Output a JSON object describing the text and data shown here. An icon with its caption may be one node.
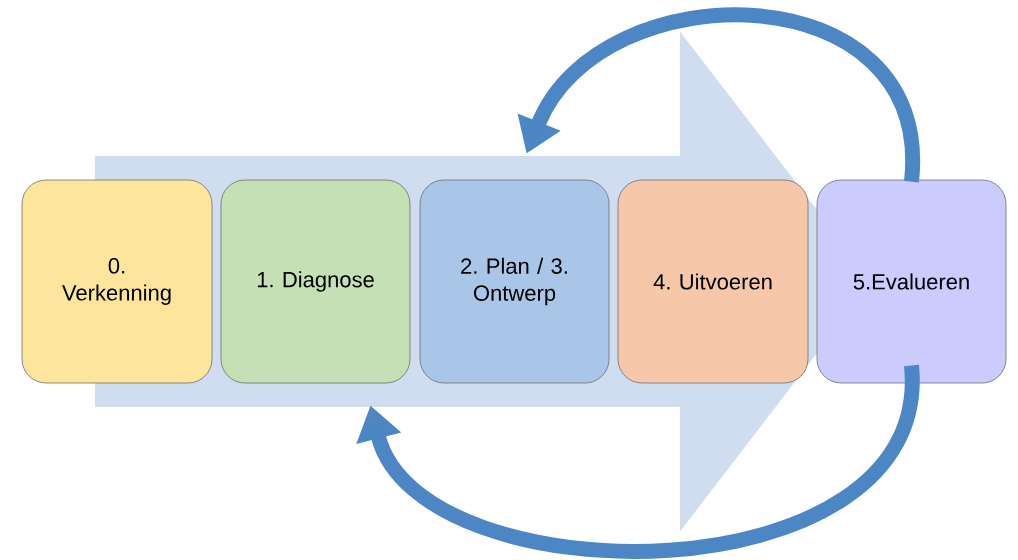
{
  "diagram": {
    "nodes": [
      {
        "text": [
          "0. Verkenning"
        ]
      },
      {
        "text": [
          "1. Diagnose"
        ]
      },
      {
        "text": [
          "2. Plan / 3. Ontwerp"
        ]
      },
      {
        "text": [
          "4. Uitvoeren"
        ]
      },
      {
        "text": [
          "5.Evalueren"
        ]
      }
    ],
    "edges": [
      {
        "from": 0,
        "to": 4,
        "arrow": "to",
        "style": "thick",
        "color": "#d0dcef"
      },
      {
        "from": 4,
        "to": 2,
        "arrow": "to"
      },
      {
        "from": 4,
        "to": 1,
        "arrow": "to"
      }
    ]
  }
}
